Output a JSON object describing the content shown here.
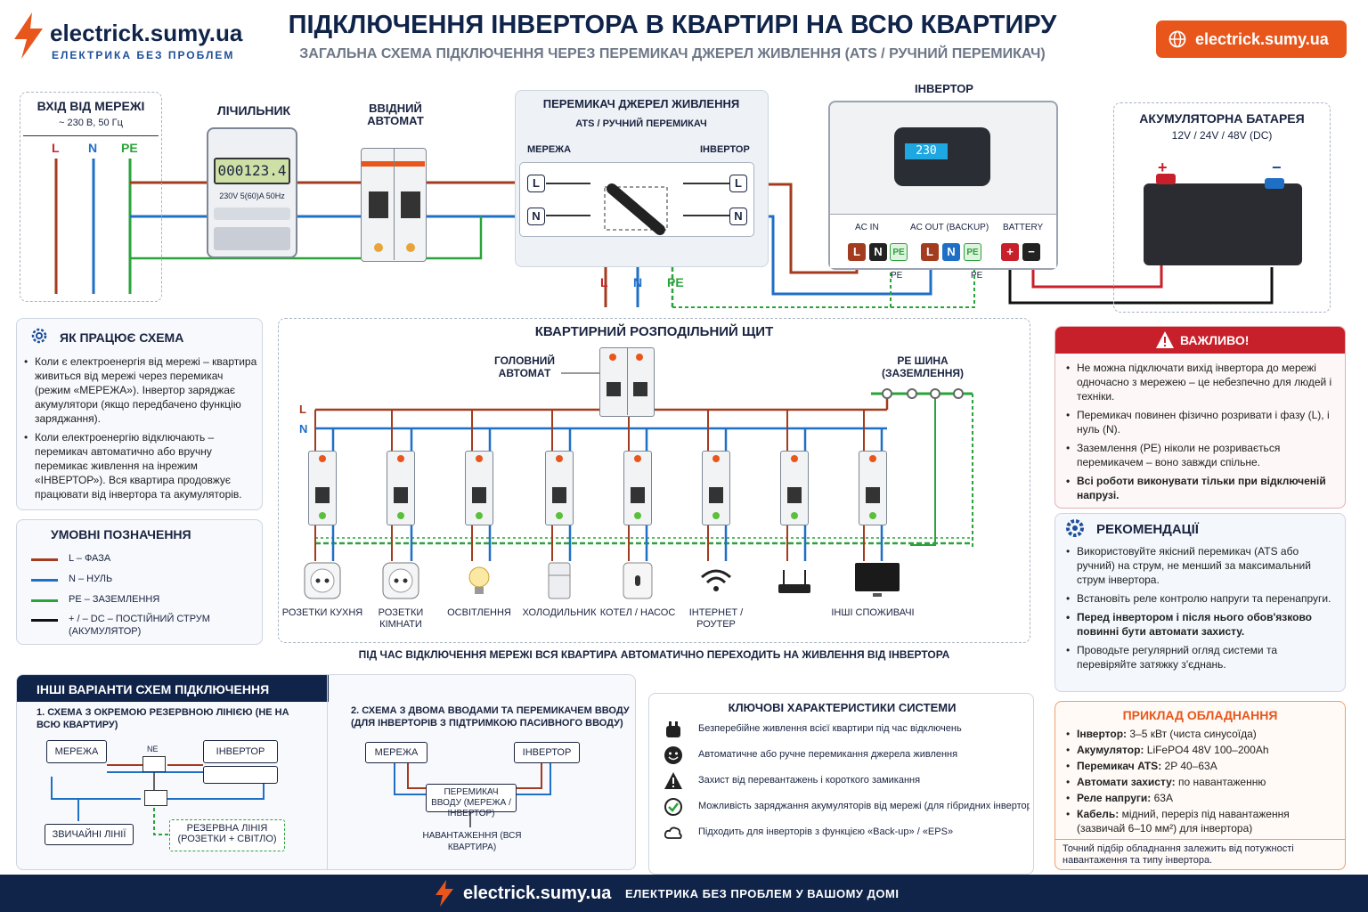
{
  "brand": {
    "name": "electrick.sumy.ua",
    "tagline": "ЕЛЕКТРИКА БЕЗ ПРОБЛЕМ",
    "badge": "electrick.sumy.ua"
  },
  "header": {
    "title": "ПІДКЛЮЧЕННЯ ІНВЕРТОРА В КВАРТИРІ НА ВСЮ КВАРТИРУ",
    "subtitle": "ЗАГАЛЬНА СХЕМА ПІДКЛЮЧЕННЯ ЧЕРЕЗ ПЕРЕМИКАЧ ДЖЕРЕЛ ЖИВЛЕННЯ (ATS / РУЧНИЙ ПЕРЕМИКАЧ)"
  },
  "grid": {
    "title": "ВХІД ВІД МЕРЕЖІ",
    "spec": "~ 230 В, 50 Гц",
    "l": "L",
    "n": "N",
    "pe": "PE"
  },
  "meter": {
    "title": "ЛІЧИЛЬНИК",
    "display": "000123.4",
    "spec": "230V 5(60)A 50Hz"
  },
  "main_breaker": {
    "title": "ВВІДНИЙ АВТОМАТ"
  },
  "ats": {
    "title": "ПЕРЕМИКАЧ ДЖЕРЕЛ ЖИВЛЕННЯ",
    "subtitle": "ATS / РУЧНИЙ ПЕРЕМИКАЧ",
    "left": "МЕРЕЖА",
    "right": "ІНВЕРТОР",
    "l": "L",
    "n": "N",
    "out_l": "L",
    "out_n": "N",
    "out_pe": "PE"
  },
  "inverter": {
    "title": "ІНВЕРТОР",
    "display": "230",
    "ac_in": "AC IN",
    "ac_out": "AC OUT (BACKUP)",
    "battery": "BATTERY",
    "t_l": "L",
    "t_n": "N",
    "t_pe": "PE",
    "t_plus": "+",
    "t_minus": "−",
    "pe1": "PE",
    "pe2": "PE"
  },
  "battery": {
    "title": "АКУМУЛЯТОРНА БАТАРЕЯ",
    "spec": "12V / 24V / 48V (DC)",
    "plus": "+",
    "minus": "−"
  },
  "how": {
    "title": "ЯК ПРАЦЮЄ СХЕМА",
    "items": [
      "Коли є електроенергія від мережі – квартира живиться від мережі через перемикач (режим «МЕРЕЖА»). Інвертор заряджає акумулятори (якщо передбачено функцію заряджання).",
      "Коли електроенергію відключають – перемикач автоматично або вручну перемикає живлення на інрежим «ІНВЕРТОР»). Вся квартира продовжує працювати від інвертора та акумуляторів."
    ]
  },
  "legend": {
    "title": "УМОВНІ ПОЗНАЧЕННЯ",
    "items": [
      {
        "label": "L – ФАЗА",
        "color": "#a33b1e"
      },
      {
        "label": "N – НУЛЬ",
        "color": "#1f6fc7"
      },
      {
        "label": "PE – ЗАЗЕМЛЕННЯ",
        "color": "#2aa33a"
      },
      {
        "label": "+ / – DC – ПОСТІЙНИЙ СТРУМ (АКУМУЛЯТОР)",
        "color": "#111111"
      }
    ]
  },
  "board": {
    "title": "КВАРТИРНИЙ РОЗПОДІЛЬНИЙ ЩИТ",
    "main": "ГОЛОВНИЙ АВТОМАТ",
    "pe_bus": "PE ШИНА (ЗАЗЕМЛЕННЯ)",
    "l": "L",
    "n": "N",
    "note": "ПІД ЧАС ВІДКЛЮЧЕННЯ МЕРЕЖІ ВСЯ КВАРТИРА АВТОМАТИЧНО ПЕРЕХОДИТЬ НА ЖИВЛЕННЯ ВІД ІНВЕРТОРА",
    "loads": [
      {
        "label": "РОЗЕТКИ КУХНЯ",
        "icon": "socket-icon"
      },
      {
        "label": "РОЗЕТКИ КІМНАТИ",
        "icon": "socket-icon"
      },
      {
        "label": "ОСВІТЛЕННЯ",
        "icon": "bulb-icon"
      },
      {
        "label": "ХОЛОДИЛЬНИК",
        "icon": "fridge-icon"
      },
      {
        "label": "КОТЕЛ / НАСОС",
        "icon": "boiler-icon"
      },
      {
        "label": "ІНТЕРНЕТ / РОУТЕР",
        "icon": "wifi-icon"
      },
      {
        "label": "",
        "icon": "router-icon"
      },
      {
        "label": "ІНШІ СПОЖИВАЧІ",
        "icon": "tv-icon"
      }
    ]
  },
  "important": {
    "title": "ВАЖЛИВО!",
    "items": [
      "Не можна підключати вихід інвертора до мережі одночасно з мережею – це небезпечно для людей і техніки.",
      "Перемикач повинен фізично розривати і фазу (L), і нуль (N).",
      "Заземлення (PE) ніколи не розривається перемикачем – воно завжди спільне.",
      "Всі роботи виконувати тільки при відключеній напрузі."
    ]
  },
  "recommend": {
    "title": "РЕКОМЕНДАЦІЇ",
    "items": [
      "Використовуйте якісний перемикач (ATS або ручний) на струм, не менший за максимальний струм інвертора.",
      "Встановіть реле контролю напруги та перенапруги.",
      "Перед інвертором і після нього обов'язково повинні бути автомати захисту.",
      "Проводьте регулярний огляд системи та перевіряйте затяжку з'єднань."
    ]
  },
  "example": {
    "title": "ПРИКЛАД ОБЛАДНАННЯ",
    "items": [
      {
        "k": "Інвертор:",
        "v": "3–5 кВт (чиста синусоїда)"
      },
      {
        "k": "Акумулятор:",
        "v": "LiFePO4 48V 100–200Ah"
      },
      {
        "k": "Перемикач ATS:",
        "v": "2P 40–63A"
      },
      {
        "k": "Автомати захисту:",
        "v": "по навантаженню"
      },
      {
        "k": "Реле напруги:",
        "v": "63A"
      },
      {
        "k": "Кабель:",
        "v": "мідний, переріз під навантаження (зазвичай 6–10 мм²) для інвертора)"
      }
    ],
    "note": "Точний підбір обладнання залежить від потужності навантаження та типу інвертора."
  },
  "variants": {
    "title": "ІНШІ ВАРІАНТИ СХЕМ ПІДКЛЮЧЕННЯ",
    "v1": {
      "title": "1. СХЕМА З ОКРЕМОЮ РЕЗЕРВНОЮ ЛІНІЄЮ (НЕ НА ВСЮ КВАРТИРУ)",
      "grid": "МЕРЕЖА",
      "inv": "ІНВЕРТОР",
      "ne": "NE",
      "normal": "ЗВИЧАЙНІ ЛІНІЇ",
      "backup": "РЕЗЕРВНА ЛІНІЯ (РОЗЕТКИ + СВІТЛО)"
    },
    "v2": {
      "title": "2. СХЕМА З ДВОМА ВВОДАМИ ТА ПЕРЕМИКАЧЕМ ВВОДУ (ДЛЯ ІНВЕРТОРІВ З ПІДТРИМКОЮ ПАСИВНОГО ВВОДУ)",
      "grid": "МЕРЕЖА",
      "inv": "ІНВЕРТОР",
      "switch": "ПЕРЕМИКАЧ ВВОДУ (МЕРЕЖА / ІНВЕРТОР)",
      "out": "НАВАНТАЖЕННЯ (ВСЯ КВАРТИРА)"
    }
  },
  "features": {
    "title": "КЛЮЧОВІ ХАРАКТЕРИСТИКИ СИСТЕМИ",
    "items": [
      {
        "text": "Безперебійне живлення всієї квартири під час відключень",
        "icon": "plug-icon"
      },
      {
        "text": "Автоматичне або ручне перемикання джерела живлення",
        "icon": "smile-icon"
      },
      {
        "text": "Захист від перевантажень і короткого замикання",
        "icon": "warning-icon"
      },
      {
        "text": "Можливість заряджання акумуляторів від мережі (для гібридних інверторів)",
        "icon": "check-icon"
      },
      {
        "text": "Підходить для інверторів з функцією «Back-up» / «EPS»",
        "icon": "cloud-icon"
      }
    ]
  },
  "footer": {
    "site": "electrick.sumy.ua",
    "slogan": "ЕЛЕКТРИКА БЕЗ ПРОБЛЕМ У ВАШОМУ ДОМІ"
  },
  "colors": {
    "phase": "#a33b1e",
    "neutral": "#1f6fc7",
    "earth": "#2aa33a",
    "dc": "#111111",
    "navy": "#10244a",
    "orange": "#e8561c",
    "red": "#c8202a",
    "blue": "#1f4f9a"
  }
}
